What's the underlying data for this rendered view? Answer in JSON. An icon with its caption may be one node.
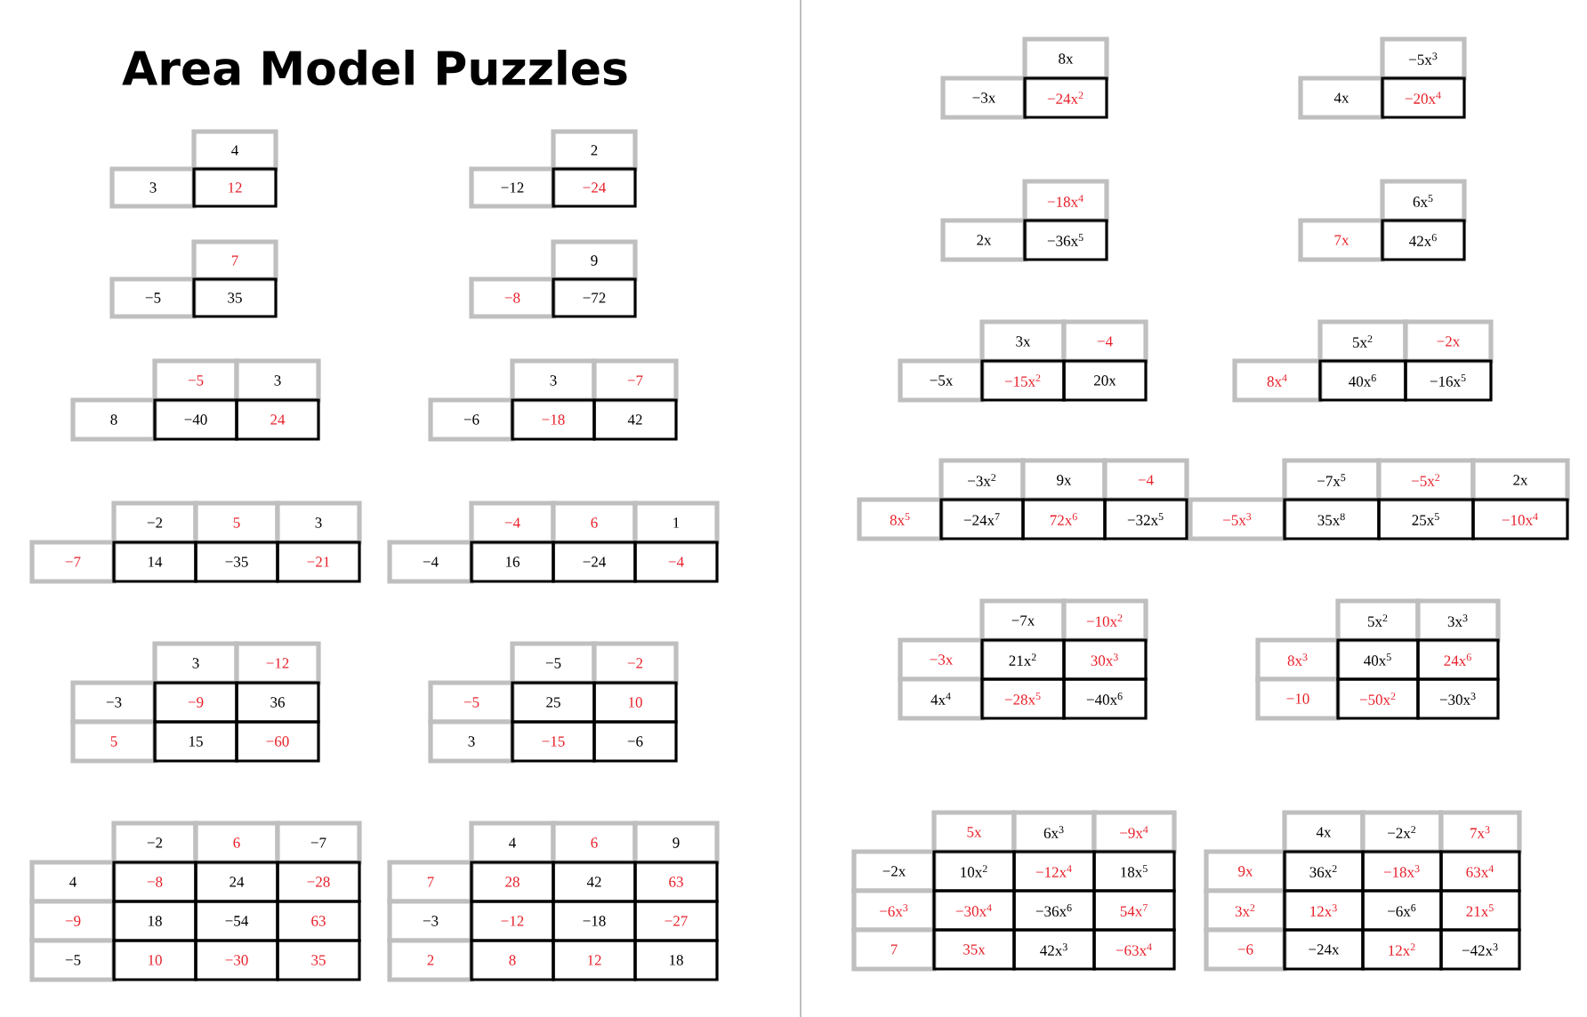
{
  "diagram": {
    "title": "Area Model Puzzles",
    "nodes": [
      {
        "text": [
          "4"
        ]
      },
      {
        "text": [
          "3"
        ]
      },
      {
        "text": [
          "12"
        ]
      },
      {
        "text": [
          "2"
        ]
      },
      {
        "text": [
          "−12"
        ]
      },
      {
        "text": [
          "−24"
        ]
      },
      {
        "text": [
          "7"
        ]
      },
      {
        "text": [
          "−5"
        ]
      },
      {
        "text": [
          "35"
        ]
      },
      {
        "text": [
          "9"
        ]
      },
      {
        "text": [
          "−8"
        ]
      },
      {
        "text": [
          "−72"
        ]
      },
      {
        "text": [
          "−5"
        ]
      },
      {
        "text": [
          "3"
        ]
      },
      {
        "text": [
          "8"
        ]
      },
      {
        "text": [
          "−40"
        ]
      },
      {
        "text": [
          "24"
        ]
      },
      {
        "text": [
          "3"
        ]
      },
      {
        "text": [
          "−7"
        ]
      },
      {
        "text": [
          "−6"
        ]
      },
      {
        "text": [
          "−18"
        ]
      },
      {
        "text": [
          "42"
        ]
      },
      {
        "text": [
          "−2"
        ]
      },
      {
        "text": [
          "5"
        ]
      },
      {
        "text": [
          "3"
        ]
      },
      {
        "text": [
          "−7"
        ]
      },
      {
        "text": [
          "14"
        ]
      },
      {
        "text": [
          "−35"
        ]
      },
      {
        "text": [
          "−21"
        ]
      },
      {
        "text": [
          "−4"
        ]
      },
      {
        "text": [
          "6"
        ]
      },
      {
        "text": [
          "1"
        ]
      },
      {
        "text": [
          "−4"
        ]
      },
      {
        "text": [
          "16"
        ]
      },
      {
        "text": [
          "−24"
        ]
      },
      {
        "text": [
          "−4"
        ]
      },
      {
        "text": [
          "3"
        ]
      },
      {
        "text": [
          "−12"
        ]
      },
      {
        "text": [
          "−3"
        ]
      },
      {
        "text": [
          "−9"
        ]
      },
      {
        "text": [
          "36"
        ]
      },
      {
        "text": [
          "5"
        ]
      },
      {
        "text": [
          "15"
        ]
      },
      {
        "text": [
          "−60"
        ]
      },
      {
        "text": [
          "−5"
        ]
      },
      {
        "text": [
          "−2"
        ]
      },
      {
        "text": [
          "−5"
        ]
      },
      {
        "text": [
          "25"
        ]
      },
      {
        "text": [
          "10"
        ]
      },
      {
        "text": [
          "3"
        ]
      },
      {
        "text": [
          "−15"
        ]
      },
      {
        "text": [
          "−6"
        ]
      },
      {
        "text": [
          "−2"
        ]
      },
      {
        "text": [
          "6"
        ]
      },
      {
        "text": [
          "−7"
        ]
      },
      {
        "text": [
          "4"
        ]
      },
      {
        "text": [
          "−8"
        ]
      },
      {
        "text": [
          "24"
        ]
      },
      {
        "text": [
          "−28"
        ]
      },
      {
        "text": [
          "−9"
        ]
      },
      {
        "text": [
          "18"
        ]
      },
      {
        "text": [
          "−54"
        ]
      },
      {
        "text": [
          "63"
        ]
      },
      {
        "text": [
          "−5"
        ]
      },
      {
        "text": [
          "10"
        ]
      },
      {
        "text": [
          "−30"
        ]
      },
      {
        "text": [
          "35"
        ]
      },
      {
        "text": [
          "4"
        ]
      },
      {
        "text": [
          "6"
        ]
      },
      {
        "text": [
          "9"
        ]
      },
      {
        "text": [
          "7"
        ]
      },
      {
        "text": [
          "28"
        ]
      },
      {
        "text": [
          "42"
        ]
      },
      {
        "text": [
          "63"
        ]
      },
      {
        "text": [
          "−3"
        ]
      },
      {
        "text": [
          "−12"
        ]
      },
      {
        "text": [
          "−18"
        ]
      },
      {
        "text": [
          "−27"
        ]
      },
      {
        "text": [
          "2"
        ]
      },
      {
        "text": [
          "8"
        ]
      },
      {
        "text": [
          "12"
        ]
      },
      {
        "text": [
          "18"
        ]
      },
      {
        "text": [
          "8x"
        ]
      },
      {
        "text": [
          "−3x"
        ]
      },
      {
        "text": [
          "−24x$^{2}$"
        ]
      },
      {
        "text": [
          "−5x$^{3}$"
        ]
      },
      {
        "text": [
          "4x"
        ]
      },
      {
        "text": [
          "−20x$^{4}$"
        ]
      },
      {
        "text": [
          "−18x$^{4}$"
        ]
      },
      {
        "text": [
          "2x"
        ]
      },
      {
        "text": [
          "−36x$^{5}$"
        ]
      },
      {
        "text": [
          "6x$^{5}$"
        ]
      },
      {
        "text": [
          "7x"
        ]
      },
      {
        "text": [
          "42x$^{6}$"
        ]
      },
      {
        "text": [
          "3x"
        ]
      },
      {
        "text": [
          "−4"
        ]
      },
      {
        "text": [
          "−5x"
        ]
      },
      {
        "text": [
          "−15x$^{2}$"
        ]
      },
      {
        "text": [
          "20x"
        ]
      },
      {
        "text": [
          "5x$^{2}$"
        ]
      },
      {
        "text": [
          "−2x"
        ]
      },
      {
        "text": [
          "8x$^{4}$"
        ]
      },
      {
        "text": [
          "40x$^{6}$"
        ]
      },
      {
        "text": [
          "−16x$^{5}$"
        ]
      },
      {
        "text": [
          "−3x$^{2}$"
        ]
      },
      {
        "text": [
          "9x"
        ]
      },
      {
        "text": [
          "−4"
        ]
      },
      {
        "text": [
          "8x$^{5}$"
        ]
      },
      {
        "text": [
          "−24x$^{7}$"
        ]
      },
      {
        "text": [
          "72x$^{6}$"
        ]
      },
      {
        "text": [
          "−32x$^{5}$"
        ]
      },
      {
        "text": [
          "−7x$^{5}$"
        ]
      },
      {
        "text": [
          "−5x$^{2}$"
        ]
      },
      {
        "text": [
          "2x"
        ]
      },
      {
        "text": [
          "−5x$^{3}$"
        ]
      },
      {
        "text": [
          "35x$^{8}$"
        ]
      },
      {
        "text": [
          "25x$^{5}$"
        ]
      },
      {
        "text": [
          "−10x$^{4}$"
        ]
      },
      {
        "text": [
          "−7x"
        ]
      },
      {
        "text": [
          "−10x$^{2}$"
        ]
      },
      {
        "text": [
          "−3x"
        ]
      },
      {
        "text": [
          "21x$^{2}$"
        ]
      },
      {
        "text": [
          "30x$^{3}$"
        ]
      },
      {
        "text": [
          "4x$^{4}$"
        ]
      },
      {
        "text": [
          "−28x$^{5}$"
        ]
      },
      {
        "text": [
          "−40x$^{6}$"
        ]
      },
      {
        "text": [
          "5x$^{2}$"
        ]
      },
      {
        "text": [
          "3x$^{3}$"
        ]
      },
      {
        "text": [
          "8x$^{3}$"
        ]
      },
      {
        "text": [
          "40x$^{5}$"
        ]
      },
      {
        "text": [
          "24x$^{6}$"
        ]
      },
      {
        "text": [
          "−10"
        ]
      },
      {
        "text": [
          "−50x$^{2}$"
        ]
      },
      {
        "text": [
          "−30x$^{3}$"
        ]
      },
      {
        "text": [
          "5x"
        ]
      },
      {
        "text": [
          "6x$^{3}$"
        ]
      },
      {
        "text": [
          "−9x$^{4}$"
        ]
      },
      {
        "text": [
          "−2x"
        ]
      },
      {
        "text": [
          "10x$^{2}$"
        ]
      },
      {
        "text": [
          "−12x$^{4}$"
        ]
      },
      {
        "text": [
          "18x$^{5}$"
        ]
      },
      {
        "text": [
          "−6x$^{3}$"
        ]
      },
      {
        "text": [
          "−30x$^{4}$"
        ]
      },
      {
        "text": [
          "−36x$^{6}$"
        ]
      },
      {
        "text": [
          "54x$^{7}$"
        ]
      },
      {
        "text": [
          "7"
        ]
      },
      {
        "text": [
          "35x"
        ]
      },
      {
        "text": [
          "42x$^{3}$"
        ]
      },
      {
        "text": [
          "−63x$^{4}$"
        ]
      },
      {
        "text": [
          "4x"
        ]
      },
      {
        "text": [
          "−2x$^{2}$"
        ]
      },
      {
        "text": [
          "7x$^{3}$"
        ]
      },
      {
        "text": [
          "9x"
        ]
      },
      {
        "text": [
          "36x$^{2}$"
        ]
      },
      {
        "text": [
          "−18x$^{3}$"
        ]
      },
      {
        "text": [
          "63x$^{4}$"
        ]
      },
      {
        "text": [
          "3x$^{2}$"
        ]
      },
      {
        "text": [
          "12x$^{3}$"
        ]
      },
      {
        "text": [
          "−6x$^{6}$"
        ]
      },
      {
        "text": [
          "21x$^{5}$"
        ]
      },
      {
        "text": [
          "−6"
        ]
      },
      {
        "text": [
          "−24x"
        ]
      },
      {
        "text": [
          "12x$^{2}$"
        ]
      },
      {
        "text": [
          "−42x$^{3}$"
        ]
      }
    ]
  }
}
